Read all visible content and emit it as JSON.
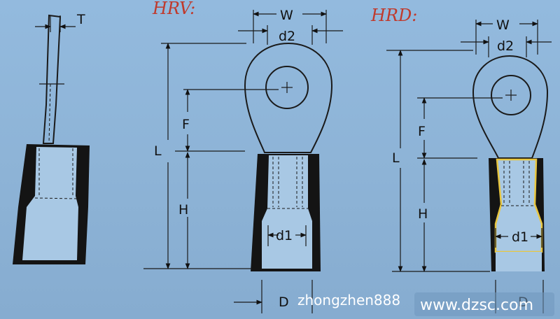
{
  "left_view": {
    "t_label": "T"
  },
  "hrv": {
    "title": "HRV:",
    "w_label": "W",
    "d2_label": "d2",
    "f_label": "F",
    "l_label": "L",
    "h_label": "H",
    "d1_label": "d1",
    "d_label": "D"
  },
  "hrd": {
    "title": "HRD:",
    "w_label": "W",
    "d2_label": "d2",
    "f_label": "F",
    "l_label": "L",
    "h_label": "H",
    "d1_label": "d1",
    "d_label": "D"
  },
  "watermarks": {
    "zhongzhen": "zhongzhen888",
    "dzsc": "www.dzsc.com"
  },
  "colors": {
    "title_red": "#c0392b",
    "sleeve_black": "#141414",
    "hrd_yellow": "#e8c640"
  }
}
